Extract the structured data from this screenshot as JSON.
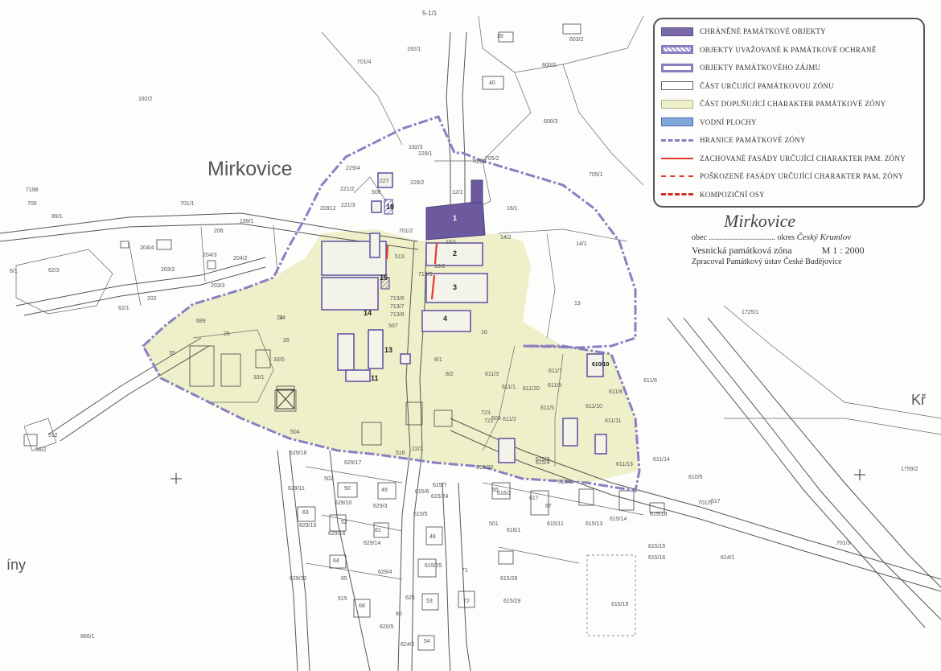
{
  "sheet_ref": "5-1/1",
  "place_name": "Mirkovice",
  "edge_labels": {
    "left": "íny",
    "right": "Kř"
  },
  "legend": {
    "items": [
      {
        "symbol": "fill-dark-violet",
        "text": "CHRÁNĚNÉ PAMÁTKOVÉ OBJEKTY"
      },
      {
        "symbol": "hatched-outline-violet",
        "text": "OBJEKTY UVAŽOVANÉ K PAMÁTKOVÉ OCHRANĚ"
      },
      {
        "symbol": "outline-violet",
        "text": "OBJEKTY PAMÁTKOVÉHO ZÁJMU"
      },
      {
        "symbol": "outline-grey",
        "text": "ČÁST URČUJÍCÍ PAMÁTKOVOU ZÓNU"
      },
      {
        "symbol": "fill-pale-yellow",
        "text": "ČÁST DOPLŇUJÍCÍ CHARAKTER PAMÁTKOVÉ ZÓNY"
      },
      {
        "symbol": "fill-blue",
        "text": "VODNÍ PLOCHY"
      },
      {
        "symbol": "dash-dot-violet-line",
        "text": "HRANICE PAMÁTKOVÉ ZÓNY"
      },
      {
        "symbol": "solid-red-line",
        "text": "ZACHOVANÉ FASÁDY URČUJÍCÍ CHARAKTER PAM. ZÓNY"
      },
      {
        "symbol": "dashed-red-line",
        "text": "POŠKOZENÉ FASÁDY URČUJÍCÍ CHARAKTER PAM. ZÓNY"
      },
      {
        "symbol": "dash-dot-red-line",
        "text": "KOMPOZIČNÍ OSY"
      }
    ]
  },
  "title_block": {
    "name": "Mirkovice",
    "obec_label": "obec",
    "okres_label": "okres",
    "okres_value": "Český Krumlov",
    "zone_label": "Vesnická památková zóna",
    "scale": "M 1 : 2000",
    "author": "Zpracoval Památkový ústav České Budějovice"
  },
  "colors": {
    "protected": "#6d5a9e",
    "boundary": "#8a7fc2",
    "facade_red": "#e53b2c",
    "zone_fill": "#eef0c9",
    "water": "#7ea6d8",
    "line": "#555555"
  },
  "buildings": [
    "1",
    "2",
    "3",
    "4",
    "11",
    "13",
    "14",
    "15",
    "18"
  ],
  "parcels": [
    "39",
    "603/2",
    "600/2",
    "192/1",
    "701/4",
    "40",
    "600/3",
    "192/2",
    "192/3",
    "229/1",
    "705/3",
    "705/1",
    "229/4",
    "227",
    "508",
    "229/2",
    "221/2",
    "221/3",
    "16/1",
    "7198",
    "700",
    "701/1",
    "89/1",
    "20912",
    "206",
    "199/1",
    "204/4",
    "204/3",
    "204/2",
    "203/2",
    "62/3",
    "6/1",
    "203/3",
    "202",
    "62/1",
    "689",
    "25",
    "35",
    "33/5",
    "33/1",
    "24",
    "26",
    "513",
    "507",
    "517",
    "515",
    "516",
    "504",
    "512",
    "58/2",
    "502",
    "501",
    "509",
    "629/18",
    "629/17",
    "629/11",
    "629/10",
    "629/3",
    "629/16",
    "629/14",
    "629/4",
    "629/22",
    "50",
    "49",
    "48",
    "52",
    "53",
    "54",
    "55",
    "61",
    "63",
    "64",
    "65",
    "68",
    "71",
    "72",
    "615/1",
    "615/3",
    "615/4",
    "615/5",
    "615/6",
    "615/7",
    "615/11",
    "615/13",
    "615/14",
    "615/15",
    "615/16",
    "615/18",
    "615/19",
    "615/20",
    "615/24",
    "615/25",
    "615/28",
    "615/29",
    "616/1",
    "616/2",
    "617",
    "611/1",
    "611/2",
    "611/3",
    "611/5",
    "611/6",
    "611/7",
    "611/8",
    "611/9",
    "611/10",
    "611/11",
    "611/13",
    "611/14",
    "611/20",
    "614/1",
    "610/5",
    "610/10",
    "1725/1",
    "1759/2",
    "13",
    "14/1",
    "14/2",
    "10",
    "8/1",
    "8/2",
    "701/5",
    "701/3",
    "701/2",
    "705/2",
    "12/1",
    "15/1",
    "16/2",
    "713/5",
    "713/6",
    "713/7",
    "713/8",
    "723",
    "721",
    "22/2",
    "24",
    "80",
    "866/1",
    "625",
    "624/2",
    "620/5",
    "629/15",
    "87"
  ]
}
